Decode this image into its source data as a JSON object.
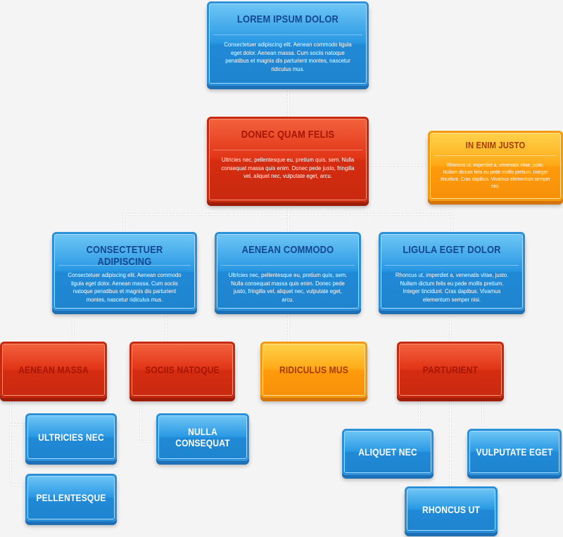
{
  "nodes": {
    "root": {
      "title": "LOREM IPSUM DOLOR",
      "body": "Consectetuer adipiscing elit. Aenean commodo ligula eget dolor. Aenean massa. Cum sociis natoque penatibus et magnis dis parturient montes, nascetur ridiculus mus."
    },
    "donec": {
      "title": "DONEC QUAM FELIS",
      "body": "Ultricies nec, pellentesque eu, pretium quis, sem. Nulla consequat massa quis enim. Donec pede justo, fringilla vel, aliquet nec, vulputate eget, arcu."
    },
    "in_enim": {
      "title": "IN ENIM JUSTO",
      "body": "Rhoncus ut, imperdiet a, venenatis vitae, justo. Nullam dictum felis eu pede mollis pretium. Integer tincidunt. Cras dapibus. Vivamus elementum semper nisi."
    },
    "consectetuer": {
      "title": "CONSECTETUER ADIPISCING",
      "body": "Consectetuer adipiscing elit. Aenean commodo ligula eget dolor. Aenean massa. Cum sociis natoque penatibus et magnis dis parturient montes, nascetur ridiculus mus."
    },
    "aenean_commodo": {
      "title": "AENEAN COMMODO",
      "body": "Ultricies nec, pellentesque eu, pretium quis, sem. Nulla consequat massa quis enim. Donec pede justo, fringilla vel, aliquet nec, vulputate eget, arcu."
    },
    "ligula": {
      "title": "LIGULA EGET DOLOR",
      "body": "Rhoncus ut, imperdiet a, venenatis vitae, justo. Nullam dictum felis eu pede mollis pretium. Integer tincidunt. Cras dapibus. Vivamus elementum semper nisi."
    },
    "aenean_massa": {
      "title": "AENEAN MASSA"
    },
    "sociis": {
      "title": "SOCIIS NATOQUE"
    },
    "ridiculus": {
      "title": "RIDICULUS MUS"
    },
    "parturient": {
      "title": "PARTURIENT"
    },
    "ultricies": {
      "title": "ULTRICIES NEC"
    },
    "pellentesque": {
      "title": "PELLENTESQUE"
    },
    "nulla": {
      "title": "NULLA CONSEQUAT"
    },
    "aliquet": {
      "title": "ALIQUET NEC"
    },
    "vulputate": {
      "title": "VULPUTATE EGET"
    },
    "rhoncus": {
      "title": "RHONCUS UT"
    }
  },
  "colors": {
    "blue": "#2a99e4",
    "red": "#d52c10",
    "orange": "#ff9a0b",
    "background": "#f4f4f4"
  }
}
